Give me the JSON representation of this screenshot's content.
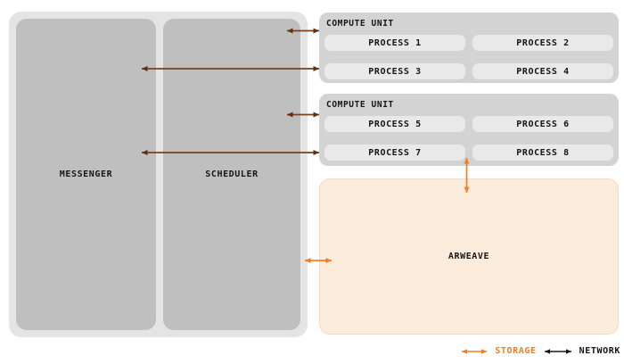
{
  "diagram": {
    "left_panel": {
      "messenger_label": "MESSENGER",
      "scheduler_label": "SCHEDULER"
    },
    "compute_units": [
      {
        "label": "COMPUTE UNIT",
        "processes": [
          "PROCESS 1",
          "PROCESS 2",
          "PROCESS 3",
          "PROCESS 4"
        ]
      },
      {
        "label": "COMPUTE UNIT",
        "processes": [
          "PROCESS 5",
          "PROCESS 6",
          "PROCESS 7",
          "PROCESS 8"
        ]
      }
    ],
    "arweave_label": "ARWEAVE",
    "legend": {
      "storage_label": "STORAGE",
      "network_label": "NETWORK"
    },
    "colors": {
      "storage_orange": "#f47e1f",
      "network_black": "#1a1a1a",
      "link_brown": "#7a421b",
      "link_brown_head": "#5f3110",
      "container_fill": "#e4e4e4",
      "unit_fill": "#bfbfbf",
      "compute_fill": "#d3d3d3",
      "process_fill": "#e9e9e9",
      "arweave_fill": "#fbecdc"
    }
  }
}
